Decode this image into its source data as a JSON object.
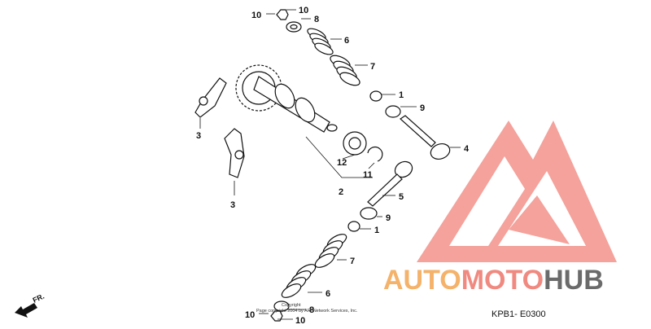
{
  "callouts": {
    "c10_top_a": "10",
    "c10_top_b": "10",
    "c8_top": "8",
    "c6_top": "6",
    "c7_top": "7",
    "c1_top": "1",
    "c9_top": "9",
    "c3_upper": "3",
    "c3_lower": "3",
    "c4": "4",
    "c12": "12",
    "c11": "11",
    "c2": "2",
    "c5": "5",
    "c9_mid": "9",
    "c1_mid": "1",
    "c7_bot": "7",
    "c6_bot": "6",
    "c8_bot": "8",
    "c10_bot_a": "10",
    "c10_bot_b": "10"
  },
  "direction_label": "FR.",
  "copyright_line1": "Copyright",
  "copyright_line2": "Page copyright 2004 by ARI Network Services, Inc.",
  "diagram_code": "KPB1- E0300",
  "watermark": {
    "part1": "AUTO",
    "part2": "MOTO",
    "part3": "HUB"
  },
  "colors": {
    "wm_orange": "#f4b26a",
    "wm_red": "#f08a80",
    "wm_gray": "#6b6b6b",
    "triangle": "#f3928a"
  }
}
